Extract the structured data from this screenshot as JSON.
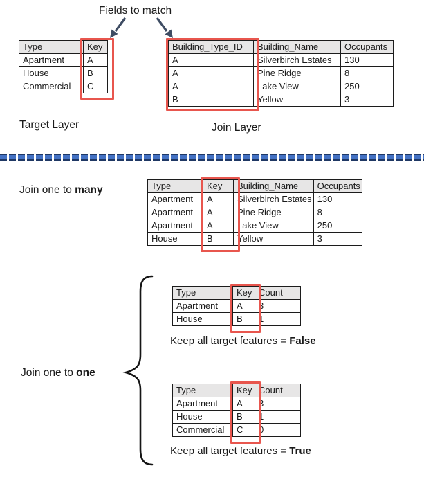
{
  "colors": {
    "highlight_red": "#e8564e",
    "arrow": "#3e4c63",
    "divider_fill": "#4472c4",
    "divider_edge": "#1f3864",
    "table_header_bg": "#e7e6e6"
  },
  "header": {
    "title": "Fields to match"
  },
  "target_layer": {
    "label": "Target Layer",
    "table": {
      "headers": [
        "Type",
        "Key"
      ],
      "rows": [
        [
          "Apartment",
          "A"
        ],
        [
          "House",
          "B"
        ],
        [
          "Commercial",
          "C"
        ]
      ],
      "highlighted_column": "Key"
    }
  },
  "join_layer": {
    "label": "Join Layer",
    "table": {
      "headers": [
        "Building_Type_ID",
        "Building_Name",
        "Occupants"
      ],
      "rows": [
        [
          "A",
          "Silverbirch Estates",
          "130"
        ],
        [
          "A",
          "Pine Ridge",
          "8"
        ],
        [
          "A",
          "Lake View",
          "250"
        ],
        [
          "B",
          "Yellow",
          "3"
        ]
      ],
      "highlighted_column": "Building_Type_ID"
    }
  },
  "join_one_to_many": {
    "label_prefix": "Join one to ",
    "label_bold": "many",
    "table": {
      "headers": [
        "Type",
        "Key",
        "Building_Name",
        "Occupants"
      ],
      "rows": [
        [
          "Apartment",
          "A",
          "Silverbirch Estates",
          "130"
        ],
        [
          "Apartment",
          "A",
          "Pine Ridge",
          "8"
        ],
        [
          "Apartment",
          "A",
          "Lake View",
          "250"
        ],
        [
          "House",
          "B",
          "Yellow",
          "3"
        ]
      ],
      "highlighted_column": "Key"
    }
  },
  "join_one_to_one": {
    "label_prefix": "Join one to ",
    "label_bold": "one",
    "false_case": {
      "table": {
        "headers": [
          "Type",
          "Key",
          "Count"
        ],
        "rows": [
          [
            "Apartment",
            "A",
            "3"
          ],
          [
            "House",
            "B",
            "1"
          ]
        ],
        "highlighted_column": "Key"
      },
      "caption_prefix": "Keep all target features = ",
      "caption_bold": "False"
    },
    "true_case": {
      "table": {
        "headers": [
          "Type",
          "Key",
          "Count"
        ],
        "rows": [
          [
            "Apartment",
            "A",
            "3"
          ],
          [
            "House",
            "B",
            "1"
          ],
          [
            "Commercial",
            "C",
            "0"
          ]
        ],
        "highlighted_column": "Key"
      },
      "caption_prefix": "Keep all target features = ",
      "caption_bold": "True"
    }
  }
}
